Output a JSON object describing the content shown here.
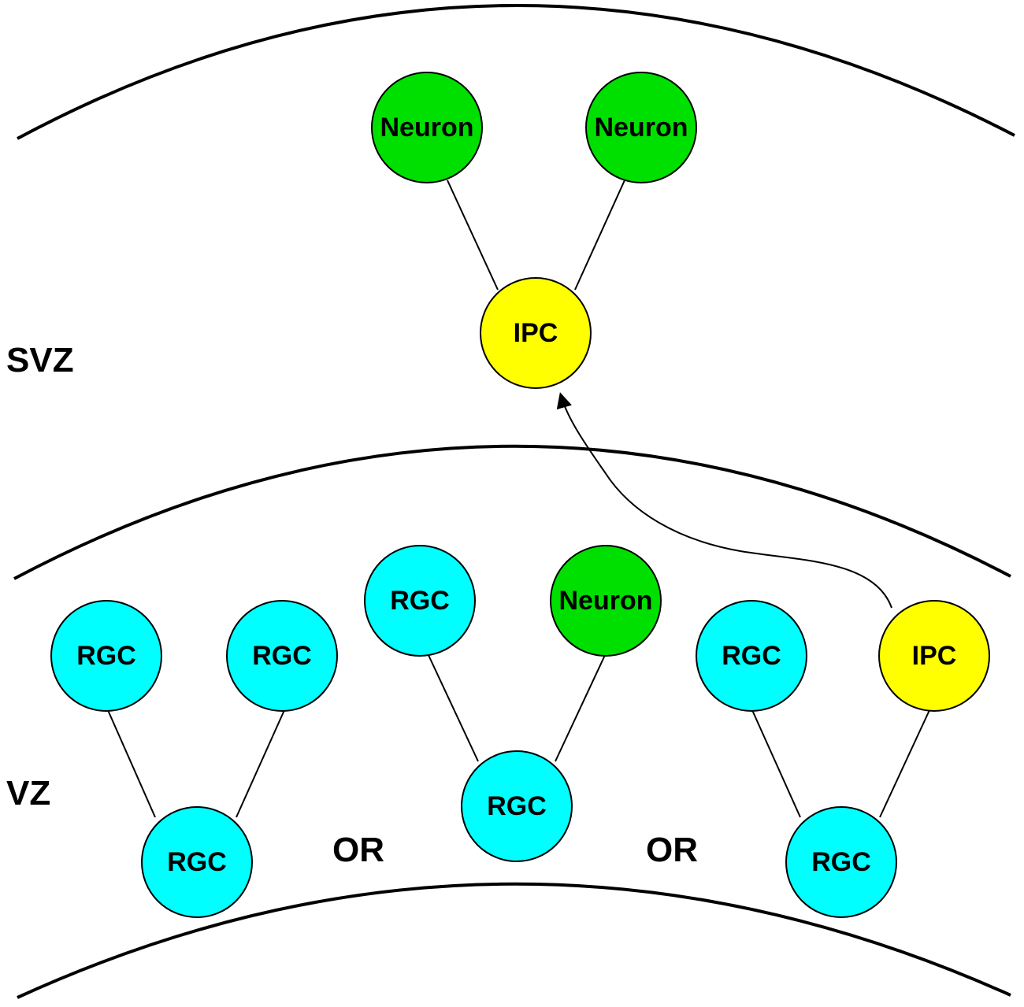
{
  "zones": {
    "svz": "SVZ",
    "vz": "VZ"
  },
  "separators": {
    "or_1": "OR",
    "or_2": "OR"
  },
  "colors": {
    "rgc": "#00ffff",
    "neuron": "#00e000",
    "ipc": "#ffff00"
  },
  "cells": {
    "svz_neuron_left": {
      "label": "Neuron",
      "type": "neuron"
    },
    "svz_neuron_right": {
      "label": "Neuron",
      "type": "neuron"
    },
    "svz_ipc": {
      "label": "IPC",
      "type": "ipc"
    },
    "g1_daughter_left": {
      "label": "RGC",
      "type": "rgc"
    },
    "g1_daughter_right": {
      "label": "RGC",
      "type": "rgc"
    },
    "g1_mother": {
      "label": "RGC",
      "type": "rgc"
    },
    "g2_daughter_left": {
      "label": "RGC",
      "type": "rgc"
    },
    "g2_daughter_right": {
      "label": "Neuron",
      "type": "neuron"
    },
    "g2_mother": {
      "label": "RGC",
      "type": "rgc"
    },
    "g3_daughter_left": {
      "label": "RGC",
      "type": "rgc"
    },
    "g3_daughter_right": {
      "label": "IPC",
      "type": "ipc"
    },
    "g3_mother": {
      "label": "RGC",
      "type": "rgc"
    }
  }
}
